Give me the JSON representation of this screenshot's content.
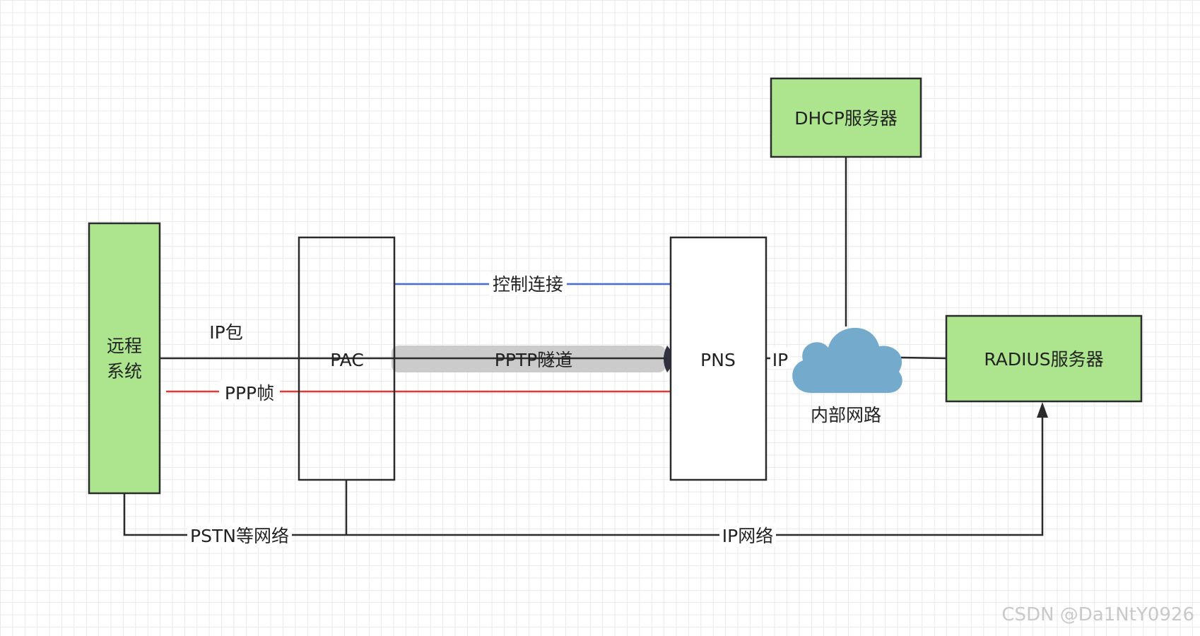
{
  "nodes": {
    "remote_system": {
      "label_line1": "远程",
      "label_line2": "系统"
    },
    "pac": {
      "label": "PAC"
    },
    "pns": {
      "label": "PNS"
    },
    "dhcp_server": {
      "label": "DHCP服务器"
    },
    "radius_server": {
      "label": "RADIUS服务器"
    },
    "internal_network": {
      "label": "内部网路"
    }
  },
  "edges": {
    "control_connection": {
      "label": "控制连接",
      "color": "#4a6fd6"
    },
    "pptp_tunnel": {
      "label": "PPTP隧道",
      "color": "#c8c8c8"
    },
    "ip_packet": {
      "label": "IP包",
      "color": "#222222"
    },
    "ppp_frame": {
      "label": "PPP帧",
      "color": "#e03a3a"
    },
    "ip_to_network": {
      "label": "IP"
    },
    "pstn_network": {
      "label": "PSTN等网络"
    },
    "ip_network": {
      "label": "IP网络"
    }
  },
  "colors": {
    "server_fill": "#ade58e",
    "box_stroke": "#2b2b2b",
    "cloud_fill": "#74abcc"
  },
  "watermark": "CSDN @Da1NtY0926"
}
